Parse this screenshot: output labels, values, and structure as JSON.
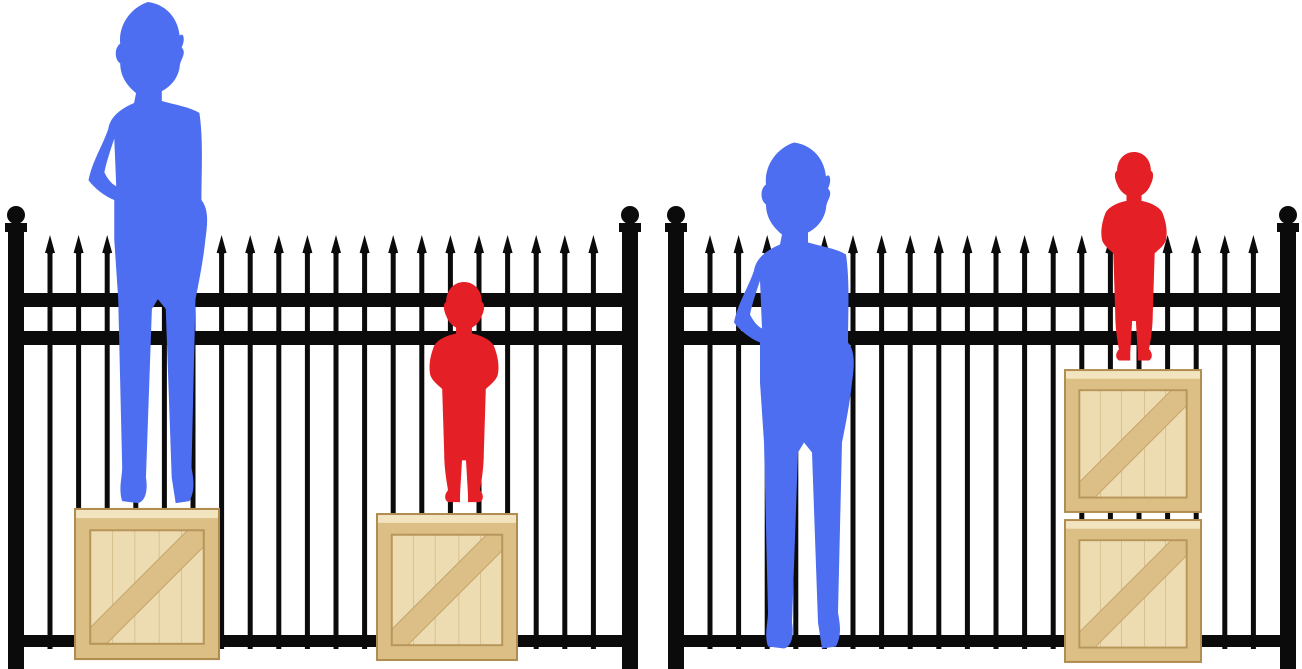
{
  "scene": {
    "panels": [
      {
        "id": "left",
        "adult": {
          "crates": 1,
          "color": "#4d6ef0"
        },
        "child": {
          "crates": 1,
          "color": "#e51f26"
        }
      },
      {
        "id": "right",
        "adult": {
          "crates": 0,
          "color": "#4d6ef0"
        },
        "child": {
          "crates": 2,
          "color": "#e51f26"
        }
      }
    ],
    "colors": {
      "fence": "#0b0b0b",
      "crate_face": "#e9d4a4",
      "crate_frame": "#dbbf85",
      "crate_edge": "#b8965a",
      "background": "#ffffff"
    },
    "icons": [
      "fence",
      "crate",
      "adult-silhouette",
      "child-silhouette"
    ]
  }
}
